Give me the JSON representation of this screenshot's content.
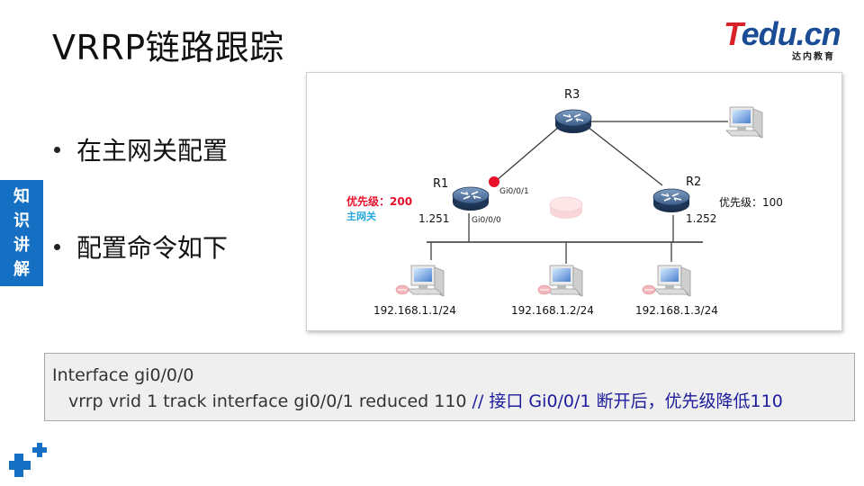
{
  "slide": {
    "title": "VRRP链路跟踪",
    "side_tab": [
      "知",
      "识",
      "讲",
      "解"
    ],
    "bullets": [
      "在主网关配置",
      "配置命令如下"
    ]
  },
  "logo": {
    "brand_t": "T",
    "brand_rest": "edu.cn",
    "sub": "达内教育"
  },
  "diagram": {
    "r3_label": "R3",
    "r1_label": "R1",
    "r2_label": "R2",
    "r1_if_up": "Gi0/0/1",
    "r1_if_down": "Gi0/0/0",
    "r1_priority": "优先级：200",
    "r1_role": "主网关",
    "r1_ip": "1.251",
    "r2_priority": "优先级：100",
    "r2_ip": "1.252",
    "pc1_ip": "192.168.1.1/24",
    "pc2_ip": "192.168.1.2/24",
    "pc3_ip": "192.168.1.3/24"
  },
  "code": {
    "line1": "Interface  gi0/0/0",
    "line2": "vrrp  vrid  1  track  interface  gi0/0/1  reduced  110",
    "comment": " // 接口 Gi0/0/1 断开后，优先级降低110"
  },
  "colors": {
    "side_tab": "#1570c4",
    "priority_red": "#e8102a",
    "role_cyan": "#27a8e0",
    "brand_blue": "#1b4c96",
    "brand_red": "#d8222a",
    "comment": "#1c1c9c"
  }
}
